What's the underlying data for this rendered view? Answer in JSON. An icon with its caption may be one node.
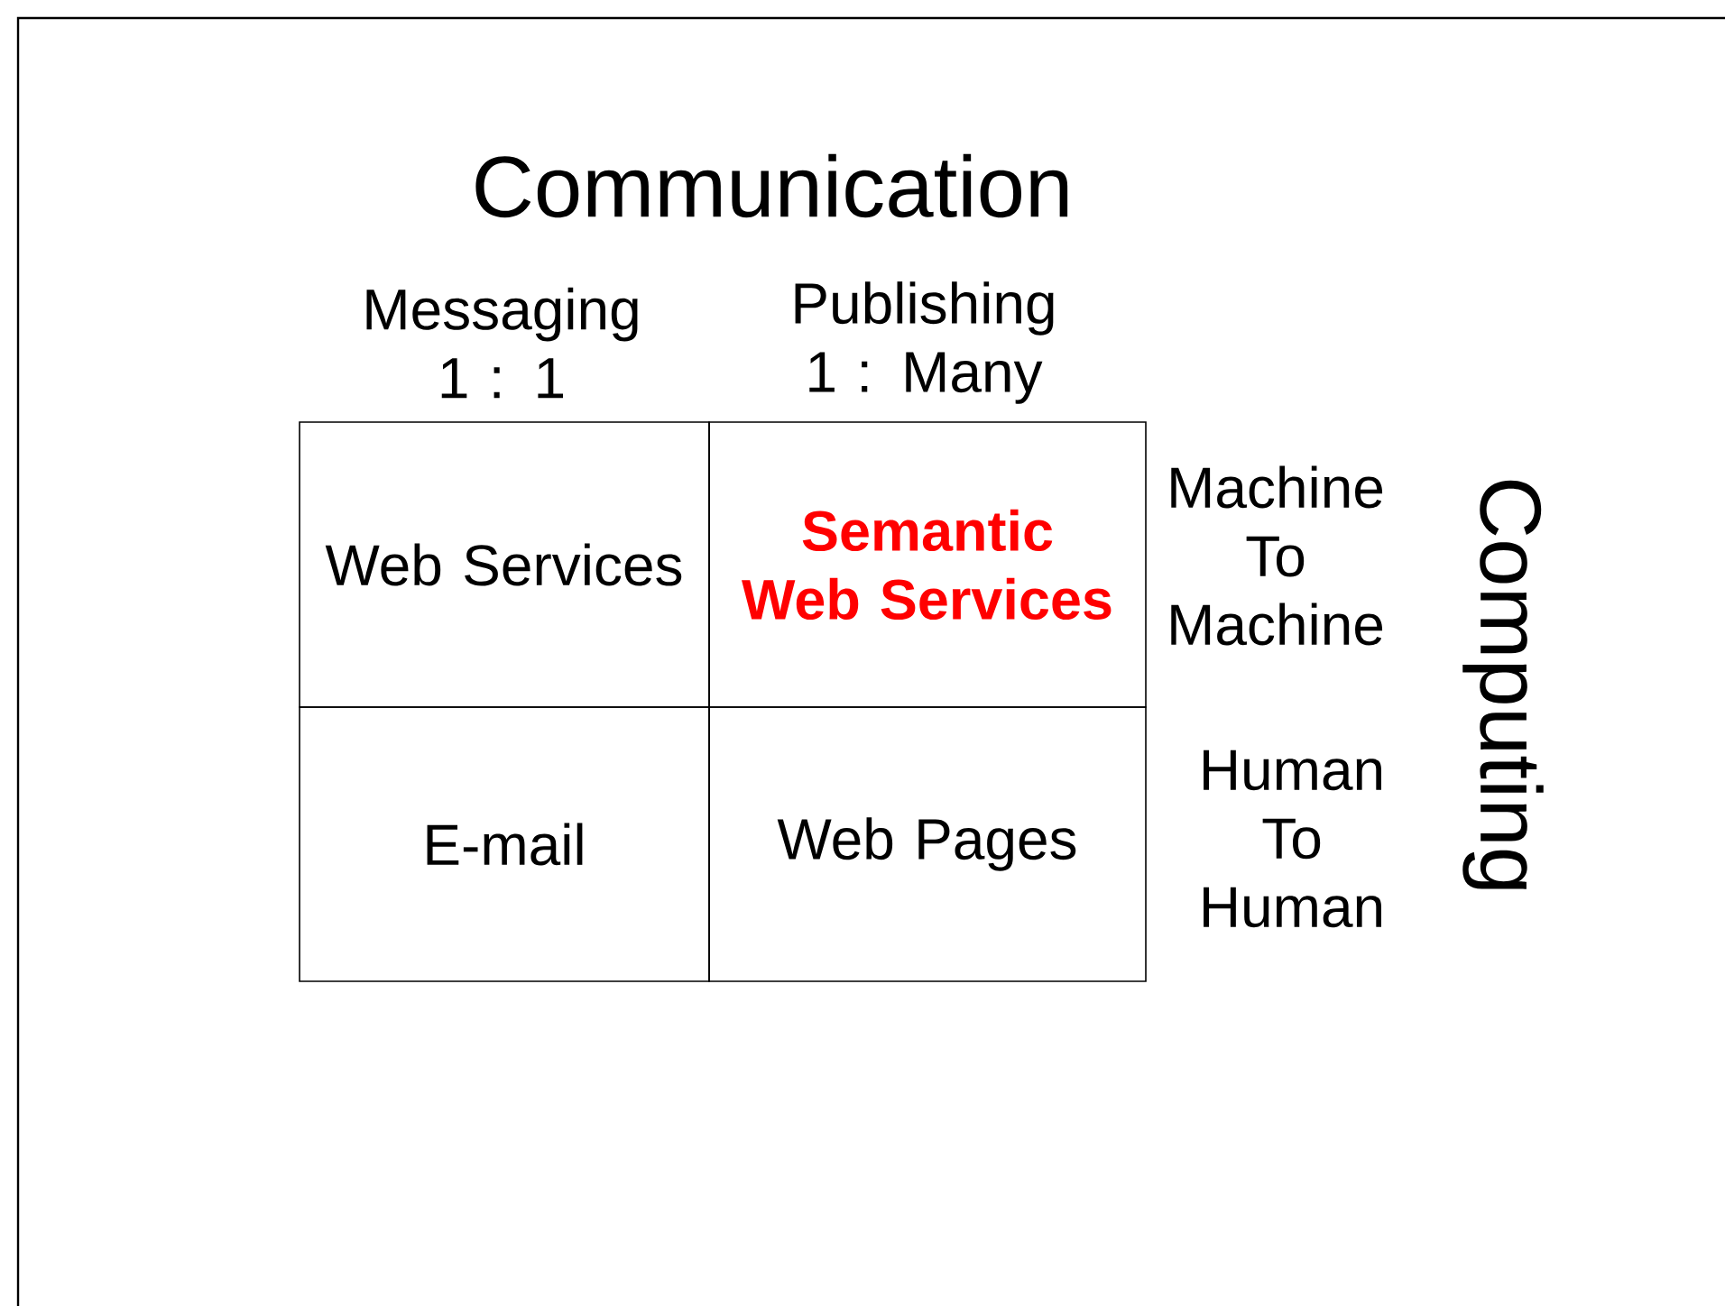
{
  "diagram": {
    "nodes": [
      {
        "text": [
          "Web Services"
        ]
      },
      {
        "text": [
          "Semantic Web Services"
        ]
      },
      {
        "text": [
          "E-mail"
        ]
      },
      {
        "text": [
          "Web Pages"
        ]
      }
    ],
    "labels": [
      "Communication",
      "Messaging 1 : 1",
      "Publishing 1 : Many",
      "Machine To Machine",
      "Human To Human",
      "Computing"
    ]
  }
}
